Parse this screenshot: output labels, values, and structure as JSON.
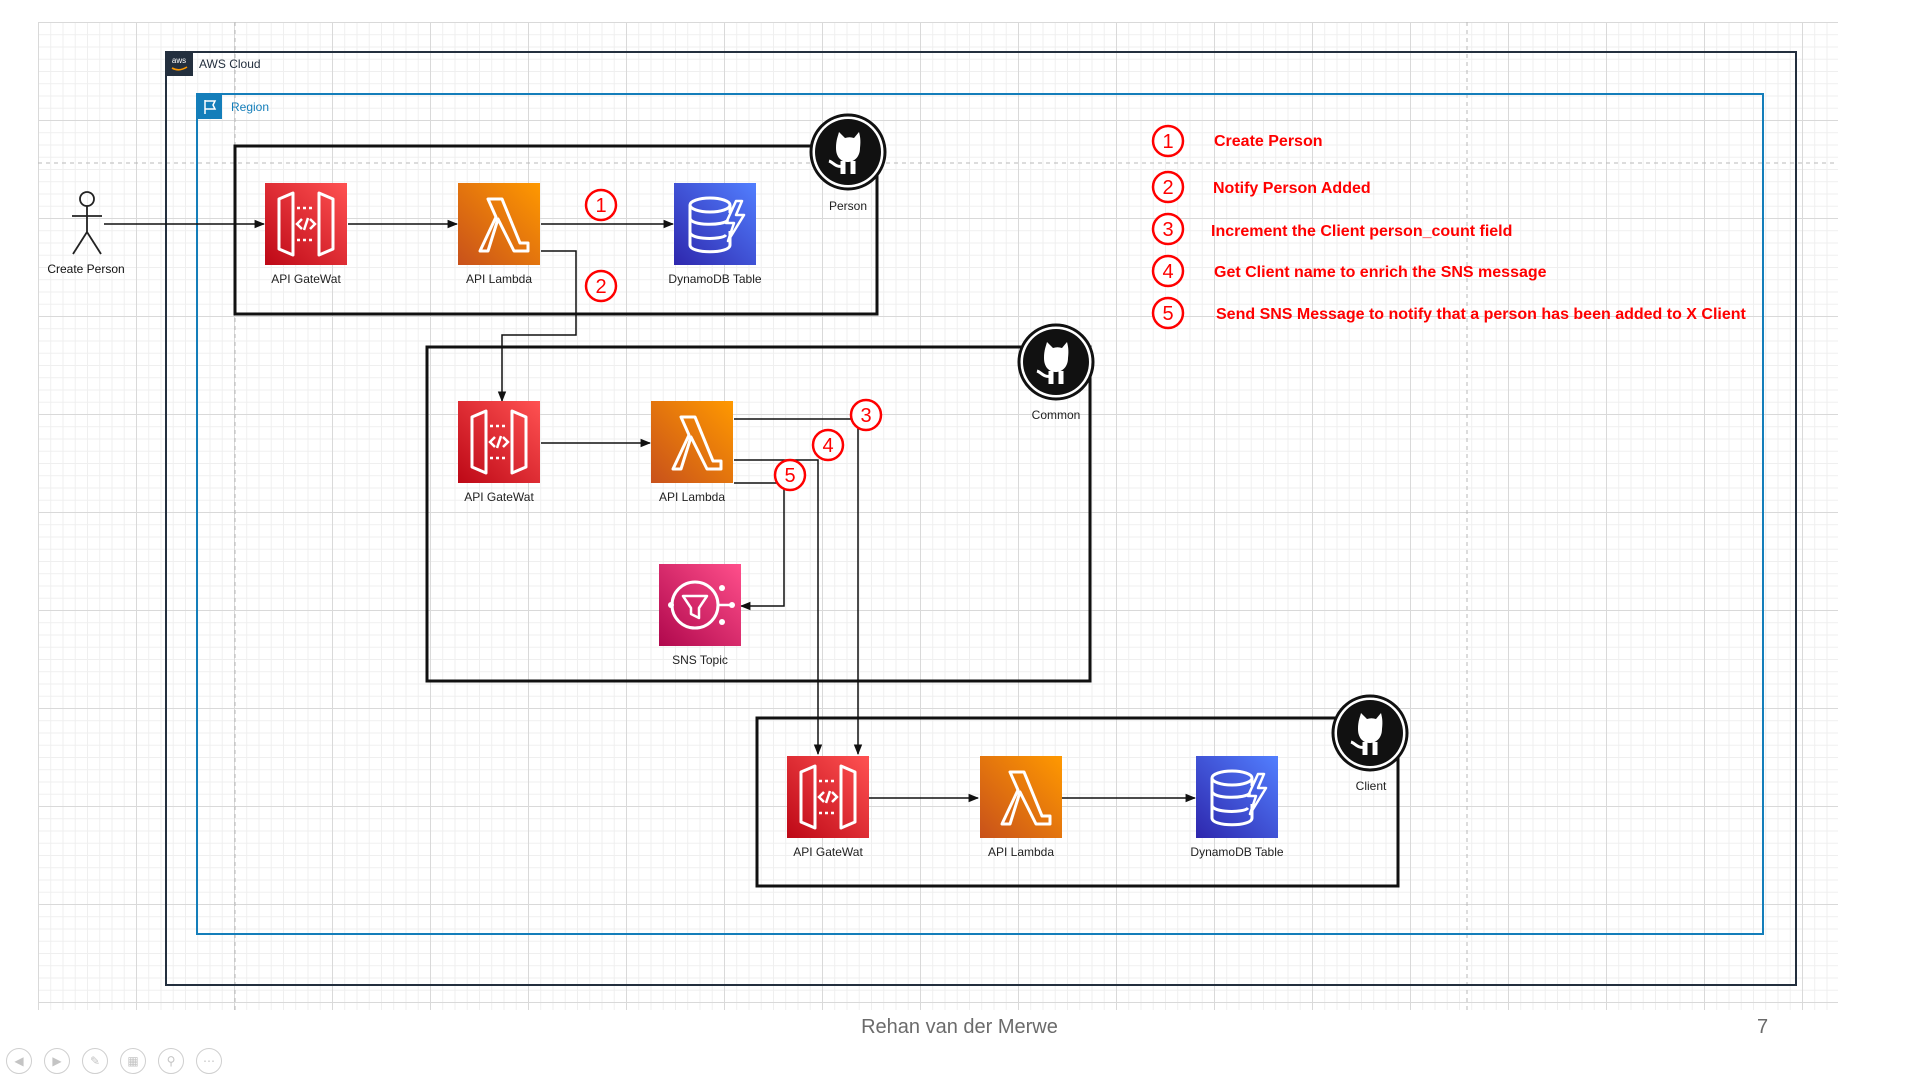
{
  "aws_cloud": {
    "label": "AWS Cloud",
    "logo_text": "aws"
  },
  "region": {
    "label": "Region"
  },
  "actor": {
    "label": "Create Person"
  },
  "groups": {
    "person": {
      "name": "Person",
      "gateway": "API GateWat",
      "lambda": "API Lambda",
      "table": "DynamoDB Table"
    },
    "common": {
      "name": "Common",
      "gateway": "API GateWat",
      "lambda": "API Lambda",
      "topic": "SNS Topic"
    },
    "client": {
      "name": "Client",
      "gateway": "API GateWat",
      "lambda": "API Lambda",
      "table": "DynamoDB Table"
    }
  },
  "markers": [
    "1",
    "2",
    "3",
    "4",
    "5"
  ],
  "legend": [
    {
      "num": "1",
      "text": "Create Person"
    },
    {
      "num": "2",
      "text": "Notify Person Added"
    },
    {
      "num": "3",
      "text": "Increment the Client person_count field"
    },
    {
      "num": "4",
      "text": "Get Client name to enrich the SNS message"
    },
    {
      "num": "5",
      "text": "Send SNS Message to notify that a person has been added to X Client"
    }
  ],
  "colors": {
    "gateway": "#e7157b",
    "gateway_dark": "#c9102a",
    "lambda": "#f58534",
    "dynamo": "#3b48cc",
    "sns": "#e7157b",
    "marker": "#ff0000",
    "region_border": "#147eba"
  },
  "footer": {
    "author": "Rehan van der Merwe",
    "page": "7"
  }
}
